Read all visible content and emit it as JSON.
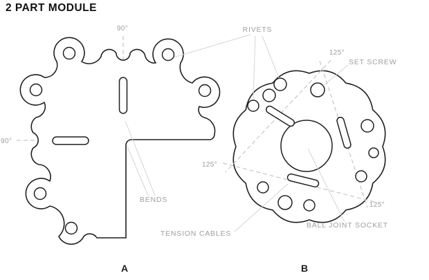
{
  "title": "2 PART MODULE",
  "parts": {
    "a_label": "A",
    "b_label": "B"
  },
  "annotations": {
    "rivets": "RIVETS",
    "set_screw": "SET SCREW",
    "bends": "BENDS",
    "tension_cables": "TENSION CABLES",
    "ball_joint_socket": "BALL JOINT SOCKET",
    "angle_top_a": "90°",
    "angle_left_a": "90°",
    "angle_top_b": "125°",
    "angle_left_b": "125°",
    "angle_right_b": "125°"
  },
  "colors": {
    "outline": "#1f1f1f",
    "annotation_text": "#9e9e9e",
    "leader_line": "#d4d4d4",
    "dashed_line": "#c6c6c6",
    "background": "#ffffff"
  }
}
